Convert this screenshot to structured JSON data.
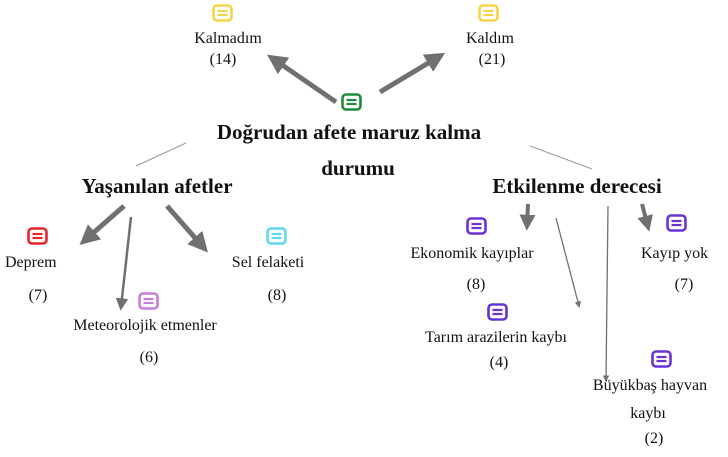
{
  "diagram": {
    "center": {
      "line1": "Doğrudan afete maruz kalma",
      "line2": "durumu",
      "icon_color": "#1f8a3c"
    },
    "top_left": {
      "label": "Kalmadım",
      "count": "(14)",
      "icon_color": "#f5d547"
    },
    "top_right": {
      "label": "Kaldım",
      "count": "(21)",
      "icon_color": "#f5d547"
    },
    "left_branch": {
      "title": "Yaşanılan afetler",
      "items": [
        {
          "label": "Deprem",
          "count": "(7)",
          "icon_color": "#e8242a"
        },
        {
          "label": "Meteorolojik etmenler",
          "count": "(6)",
          "icon_color": "#c77ddb"
        },
        {
          "label": "Sel felaketi",
          "count": "(8)",
          "icon_color": "#5fd9e8"
        }
      ]
    },
    "right_branch": {
      "title": "Etkilenme derecesi",
      "items": [
        {
          "label": "Ekonomik kayıplar",
          "count": "(8)",
          "icon_color": "#6a32d6"
        },
        {
          "label": "Tarım arazilerin kaybı",
          "count": "(4)",
          "icon_color": "#6a32d6"
        },
        {
          "label": "Büyükbaş hayvan",
          "label2": "kaybı",
          "count": "(2)",
          "icon_color": "#6a32d6"
        },
        {
          "label": "Kayıp yok",
          "count": "(7)",
          "icon_color": "#6a32d6"
        }
      ]
    }
  }
}
